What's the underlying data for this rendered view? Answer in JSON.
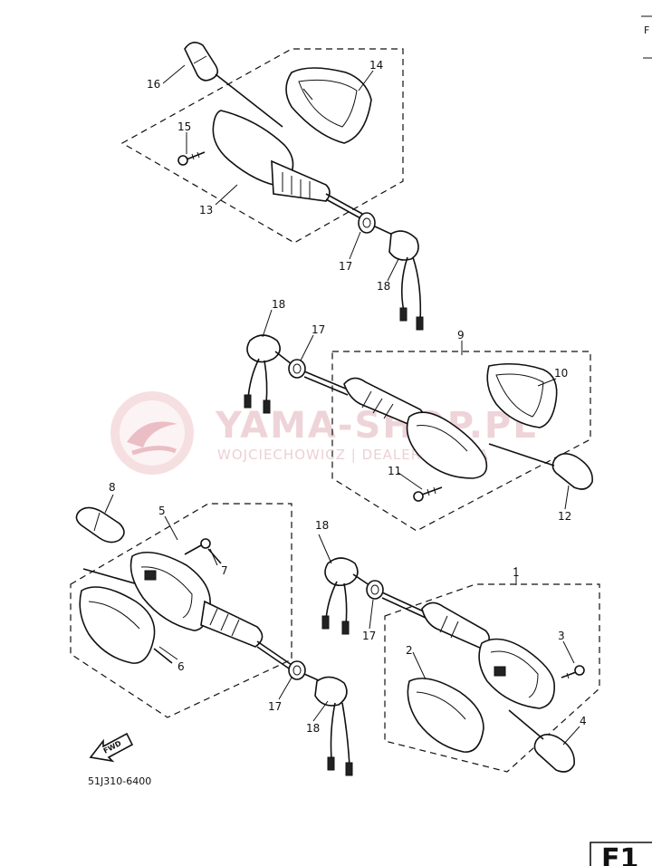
{
  "diagram": {
    "callouts": {
      "c1": "1",
      "c2": "2",
      "c3": "3",
      "c4": "4",
      "c5": "5",
      "c6": "6",
      "c7": "7",
      "c8": "8",
      "c9": "9",
      "c10": "10",
      "c11": "11",
      "c12": "12",
      "c13": "13",
      "c14": "14",
      "c15": "15",
      "c16": "16",
      "c17a": "17",
      "c17b": "17",
      "c17c": "17",
      "c17d": "17",
      "c18a": "18",
      "c18b": "18",
      "c18c": "18",
      "c18d": "18"
    },
    "part_code": "51J310-6400",
    "fwd_label": "FWD",
    "page_label": "F1",
    "corner_label": "F"
  },
  "watermark": {
    "title": "YAMA-SHOP.PL",
    "subtitle": "WOJCIECHOWICZ | DEALER YAMAHA",
    "color": "#d9a0a8"
  }
}
